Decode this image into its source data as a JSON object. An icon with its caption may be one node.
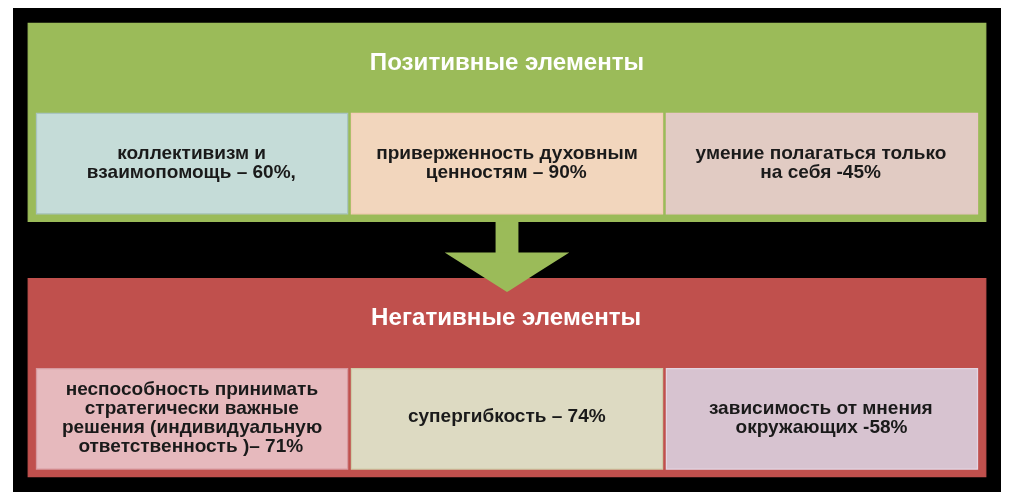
{
  "diagram": {
    "nodes": [
      {
        "text": [
          "Позитивные элементы"
        ]
      },
      {
        "text": [
          "коллективизм и взаимопомощь – 60%,"
        ],
        "in": 0
      },
      {
        "text": [
          "приверженность духовным ценностям – 90%"
        ],
        "in": 0
      },
      {
        "text": [
          "умение полагаться только на себя -45%"
        ],
        "in": 0
      },
      {
        "text": [
          "Негативные элементы"
        ]
      },
      {
        "text": [
          "неспособность принимать стратегически важные решения (индивидуальную ответственность )– 71%"
        ],
        "in": 4
      },
      {
        "text": [
          "супергибкость – 74%"
        ],
        "in": 4
      },
      {
        "text": [
          "зависимость от мнения окружающих -58%"
        ],
        "in": 4
      }
    ],
    "edges": [
      {
        "from": 0,
        "to": 4,
        "arrow": "to",
        "color": "#9bbb59"
      }
    ]
  }
}
